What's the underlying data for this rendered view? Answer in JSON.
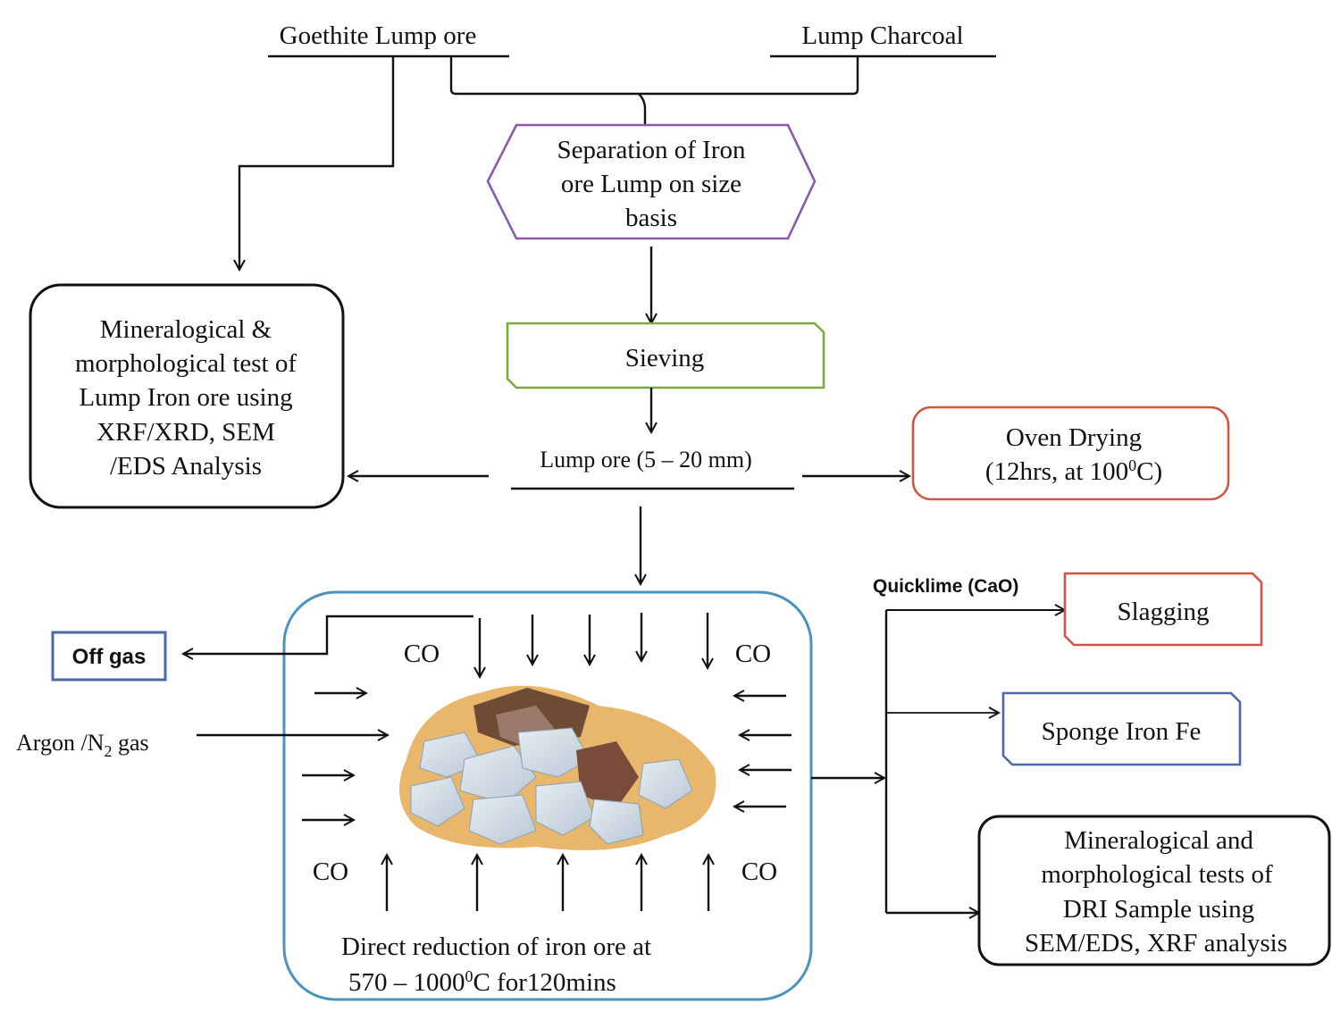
{
  "top_inputs": {
    "goethite": "Goethite Lump ore",
    "charcoal": "Lump Charcoal"
  },
  "separation": {
    "line1": "Separation of Iron",
    "line2": "ore Lump on size",
    "line3": "basis",
    "border_color": "#8e5aa8"
  },
  "sieving": {
    "label": "Sieving",
    "border_color": "#7aaa3a"
  },
  "mineral_test_ore": {
    "line1": "Mineralogical &",
    "line2": "morphological  test  of",
    "line3": "Lump Iron ore using",
    "line4": "XRF/XRD, SEM",
    "line5": "/EDS Analysis"
  },
  "lump_ore_size": "Lump ore (5  –  20  mm)",
  "oven_drying": {
    "line1": "Oven Drying",
    "line2_prefix": "(12hrs, at 100",
    "line2_sup": "0",
    "line2_suffix": "C)",
    "border_color": "#d2553f"
  },
  "reactor": {
    "co_label": "CO",
    "caption_line1": "Direct reduction of  iron ore at",
    "caption_line2_prefix": "570 – 1000",
    "caption_line2_sup": "0",
    "caption_line2_suffix": "C for120mins",
    "border_color": "#4a93c0",
    "ore_fill": "#e9b76b"
  },
  "off_gas": {
    "label": "Off gas",
    "border_color": "#4a67b0"
  },
  "argon": {
    "prefix": "Argon  /N",
    "sub": "2",
    "suffix": " gas"
  },
  "quicklime": "Quicklime (CaO)",
  "slagging": {
    "label": "Slagging",
    "border_color": "#d2553f"
  },
  "sponge_iron": {
    "label": "Sponge  Iron  Fe",
    "border_color": "#4a67b0"
  },
  "dri_test": {
    "line1": "Mineralogical and",
    "line2": "morphological tests of",
    "line3": "DRI Sample using",
    "line4": "SEM/EDS, XRF analysis"
  }
}
